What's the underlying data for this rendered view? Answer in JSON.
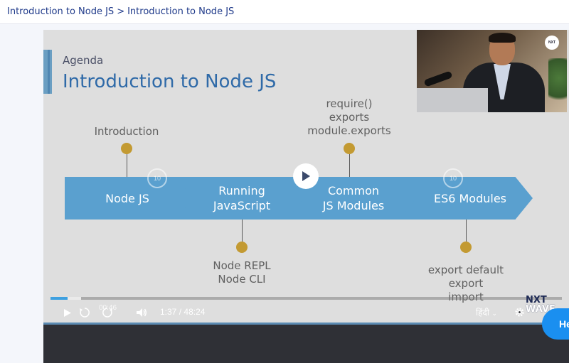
{
  "breadcrumb": {
    "course": "Introduction to Node JS",
    "separator": ">",
    "topic": "Introduction to Node JS"
  },
  "slide": {
    "section": "Agenda",
    "title": "Introduction to Node JS",
    "steps": [
      {
        "label": "Node JS",
        "annotation": "Introduction",
        "annotation_side": "top"
      },
      {
        "label": "Running\nJavaScript",
        "annotation": "Node REPL\nNode CLI",
        "annotation_side": "bottom"
      },
      {
        "label": "Common\nJS Modules",
        "annotation": "require()\nexports\nmodule.exports",
        "annotation_side": "top"
      },
      {
        "label": "ES6 Modules",
        "annotation": "export default\nexport\nimport",
        "annotation_side": "bottom"
      }
    ],
    "overlay_skip_label": "10",
    "watermark_logo": "NXT WAVE"
  },
  "player": {
    "current_time": "1:37",
    "time_separator": "/",
    "duration": "48:24",
    "hover_time": "00:46",
    "skip_seconds": "10",
    "language": "हिंदी",
    "progress_fraction": 0.033,
    "buffered_fraction": 0.06,
    "colors": {
      "progress": "#3ea0e0",
      "chevron": "#5aa0cf",
      "dot": "#c39a32"
    },
    "icons": [
      "play-icon",
      "rewind-10-icon",
      "forward-10-icon",
      "volume-icon",
      "chevron-down-icon",
      "gear-icon"
    ]
  },
  "help_button": {
    "label": "He"
  }
}
